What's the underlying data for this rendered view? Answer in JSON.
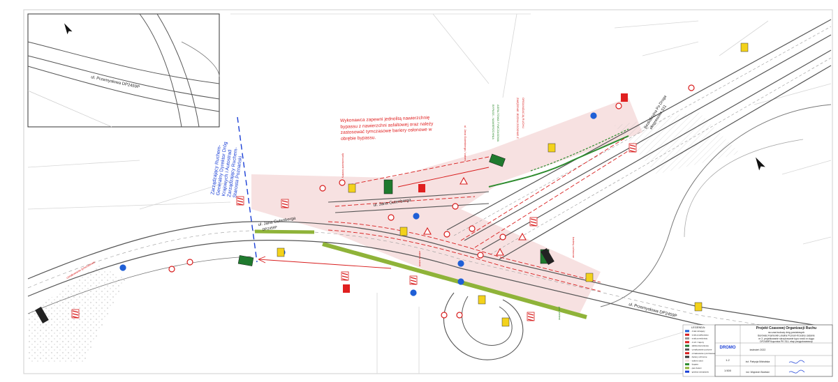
{
  "note": {
    "lines": [
      "Wykonawca zapewni jednolitą nawierzchnię",
      "bypassu z nawierzchni asfaltowej oraz należy",
      "zastosować tymczasowe bariery osłonowe w",
      "obrębie bypassu."
    ],
    "color": "#e02020"
  },
  "boundary": {
    "lines": [
      "Zarządzający Ruchem-",
      "Generalny Dyrektor Dróg",
      "Krajowych i Autostrad",
      "Zarządzający Ruchem-",
      "Starosta Poznański"
    ],
    "color": "#1a3fd6"
  },
  "streets": {
    "inset": "ul. Przemysłowa DP2459P",
    "gutenberga_top": "ul. Jana Gutenberga",
    "gutenberga_left": "ul. Jana Gutenberga",
    "gutenberga_left_sub": "DP2459P",
    "przemyslowa": "ul. Przemysłowa DP2459P",
    "dk11_name": "Bezkolizyjna Po Droga",
    "dk11_sub": "ekspresowa S11"
  },
  "title_block": {
    "logo": "DROMO",
    "title": "Projekt Czasowej Organizacji Ruchu",
    "desc": [
      "na czas budowy dróg powiatowych",
      "Borówiec-Kamionki-Lokalna Poznań-Krzesiny zadanie",
      "nr 2- projektowanie skrzyżowanie typu rondo w ciągu",
      "DP2459P/Łącznica PK S11- etap przygotowawczy"
    ],
    "drawing_no": "1.2",
    "date": "kwiecień 2022",
    "scale": "1:500",
    "designer": "inż. Patrycja Michalska",
    "checker": "inż. Wojciech Siwiński"
  },
  "legend": {
    "heading": "LEGENDA:",
    "items": [
      "- znak istniejący",
      "- znak projektowany",
      "- znak przesłonięty",
      "- U-21 / zapory",
      "- tablica kierunkowa",
      "- oznakowanie poziome",
      "- oznakowanie tymczasowe",
      "- bariery ochronne",
      "- zakres robót",
      "- bypass",
      "- pas zieleni",
      "- granica zarządców"
    ]
  },
  "colors": {
    "road_edge": "#555555",
    "work_zone": "#f6dede",
    "temp_marking": "#d81c1c",
    "green_band": "#8fb339",
    "bypass_green": "#2e8b2e",
    "hatch": "#999999"
  },
  "icons": {
    "north_arrow": "north-arrow-icon",
    "sign_b20": "stop-sign-icon",
    "sign_a7": "yield-sign-icon",
    "sign_c12": "roundabout-sign-icon",
    "sign_u21": "chevron-board-icon"
  }
}
